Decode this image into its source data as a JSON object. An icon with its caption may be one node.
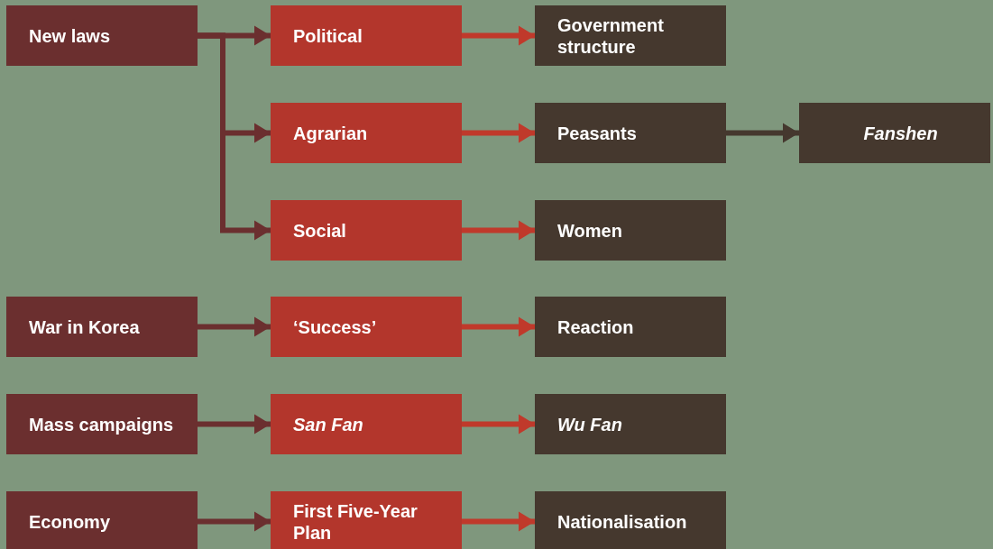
{
  "diagram": {
    "nodes": [
      {
        "text": [
          "New laws"
        ]
      },
      {
        "text": [
          "Political"
        ]
      },
      {
        "text": [
          "Government structure"
        ]
      },
      {
        "text": [
          "Agrarian"
        ]
      },
      {
        "text": [
          "Peasants"
        ]
      },
      {
        "text": [
          "Fanshen"
        ]
      },
      {
        "text": [
          "Social"
        ]
      },
      {
        "text": [
          "Women"
        ]
      },
      {
        "text": [
          "War in Korea"
        ]
      },
      {
        "text": [
          "‘Success’"
        ]
      },
      {
        "text": [
          "Reaction"
        ]
      },
      {
        "text": [
          "Mass campaigns"
        ]
      },
      {
        "text": [
          "San Fan"
        ]
      },
      {
        "text": [
          "Wu Fan"
        ]
      },
      {
        "text": [
          "Economy"
        ]
      },
      {
        "text": [
          "First Five-Year Plan"
        ]
      },
      {
        "text": [
          "Nationalisation"
        ]
      }
    ],
    "edges": [
      {
        "from": 0,
        "to": 1,
        "arrow": "to",
        "color": "#6b2f2f"
      },
      {
        "from": 0,
        "to": 3,
        "arrow": "to",
        "color": "#6b2f2f"
      },
      {
        "from": 0,
        "to": 6,
        "arrow": "to",
        "color": "#6b2f2f"
      },
      {
        "from": 1,
        "to": 2,
        "arrow": "to",
        "color": "#c0392b"
      },
      {
        "from": 3,
        "to": 4,
        "arrow": "to",
        "color": "#c0392b"
      },
      {
        "from": 4,
        "to": 5,
        "arrow": "to",
        "color": "#45382e"
      },
      {
        "from": 6,
        "to": 7,
        "arrow": "to",
        "color": "#c0392b"
      },
      {
        "from": 8,
        "to": 9,
        "arrow": "to",
        "color": "#6b2f2f"
      },
      {
        "from": 9,
        "to": 10,
        "arrow": "to",
        "color": "#c0392b"
      },
      {
        "from": 11,
        "to": 12,
        "arrow": "to",
        "color": "#6b2f2f"
      },
      {
        "from": 12,
        "to": 13,
        "arrow": "to",
        "color": "#c0392b"
      },
      {
        "from": 14,
        "to": 15,
        "arrow": "to",
        "color": "#6b2f2f"
      },
      {
        "from": 15,
        "to": 16,
        "arrow": "to",
        "color": "#c0392b"
      }
    ]
  }
}
